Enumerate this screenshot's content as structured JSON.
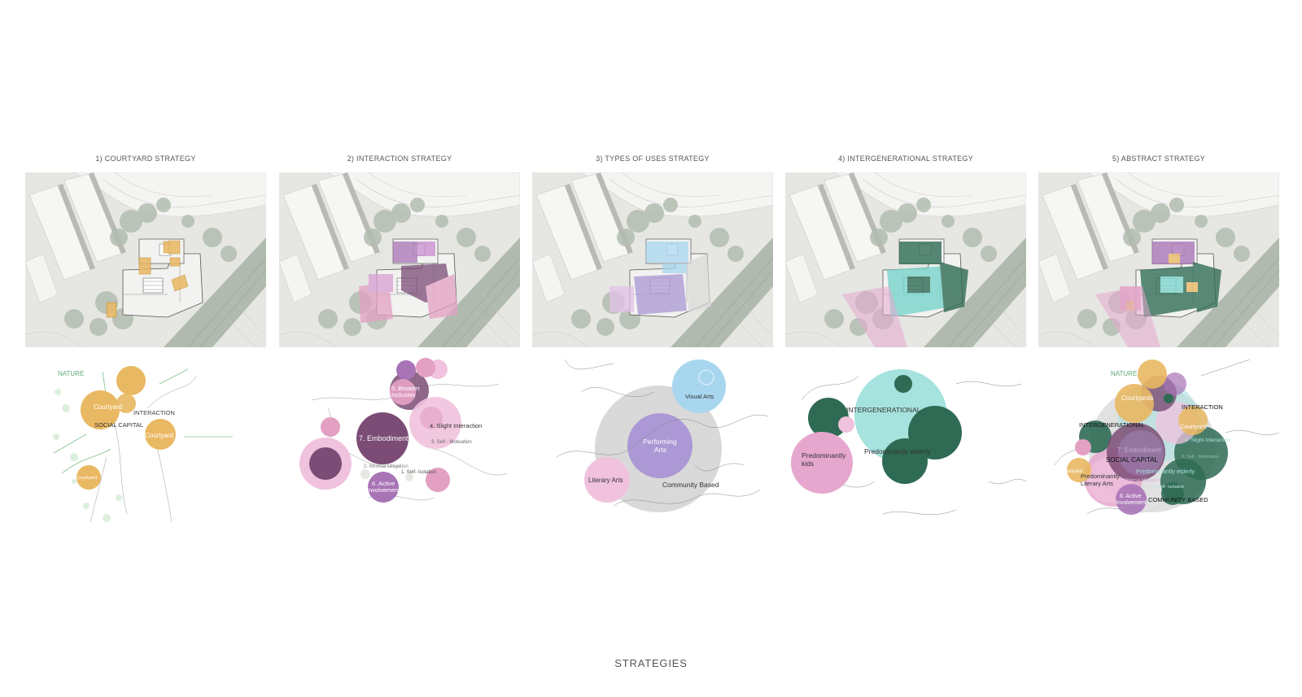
{
  "footer_title": "STRATEGIES",
  "colors": {
    "courtyard": "#e9b862",
    "interaction_dark": "#7b4c76",
    "interaction_pink": "#e3a0c2",
    "interaction_purple": "#a874b6",
    "visual_arts": "#a8d6ef",
    "performing_arts": "#ab98d4",
    "literary_arts": "#f0c2dd",
    "community_based": "#d9d9d9",
    "intergenerational": "#a6e2de",
    "elderly": "#2f6b54",
    "kids": "#e6a7cf",
    "nature_line": "#7fc08d"
  },
  "panels": [
    {
      "id": "courtyard",
      "title": "1)  COURTYARD STRATEGY",
      "labels": {
        "nature": "NATURE",
        "courtyard_a": "Courtyard",
        "interaction": "INTERACTION",
        "social_capital": "SOCIAL CAPITAL",
        "courtyard_b": "Courtyard",
        "courtyard_c": "Courtyard"
      }
    },
    {
      "id": "interaction",
      "title": "2) INTERACTION STRATEGY",
      "labels": {
        "broader_1": "5. Broader",
        "broader_2": "Inclusion",
        "slight": "4. Slight Interaction",
        "self_motivation": "3. Self - Motivation",
        "embodiment": "7. Embodiment",
        "minimal": "2. Minimal Mitigation",
        "self_isolation": "1. Self- Isolation",
        "active_1": "6. Active",
        "active_2": "Involvement"
      }
    },
    {
      "id": "uses",
      "title": "3) TYPES OF USES STRATEGY",
      "labels": {
        "visual_arts": "Visual Arts",
        "performing_1": "Performing",
        "performing_2": "Arts",
        "literary_arts": "Literary Arts",
        "community_based": "Community Based"
      }
    },
    {
      "id": "intergen",
      "title": "4) INTERGENERATIONAL STRATEGY",
      "labels": {
        "intergenerational": "INTERGENERATIONAL",
        "elderly": "Predominantly elderly",
        "kids_1": "Predominantly",
        "kids_2": "kids"
      }
    },
    {
      "id": "abstract",
      "title": "5) ABSTRACT STRATEGY",
      "labels": {
        "nature": "NATURE",
        "courtyards": "Courtyards",
        "interaction": "INTERACTION",
        "intergenerational": "INTERGENERATIONAL",
        "courtyard": "Courtyard",
        "embodiment": "7. Embodiment",
        "social_capital": "SOCIAL CAPITAL",
        "slight": "4. Slight Interaction",
        "self_motivation": "3. Self - Motivation",
        "courtyard_small": "Courtyard",
        "elderly": "Predominantly elderly",
        "minimal": "2. Minimal Mitigation",
        "self_isolation": "1. Self- Isolation",
        "kids_1": "Predominantly",
        "kids_2": "Literary Arts",
        "active_1": "6. Active",
        "active_2": "Involvement",
        "community_based": "COMMUNITY BASED"
      }
    }
  ]
}
